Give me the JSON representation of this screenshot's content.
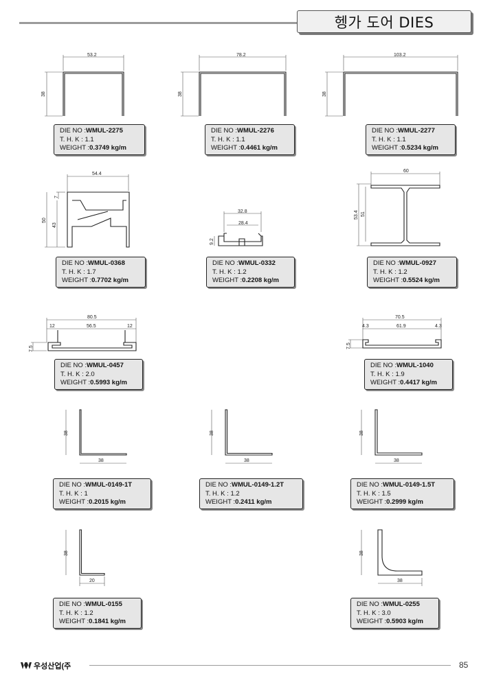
{
  "header": {
    "title": "헹가 도어 DIES"
  },
  "labels": {
    "die_no": "DIE NO :",
    "thk": "T. H. K :",
    "weight": "WEIGHT :"
  },
  "dies": [
    {
      "die_no": "WMUL-2275",
      "thk": "1.1",
      "weight": "0.3749 kg/m",
      "dims": [
        "53.2",
        "38"
      ]
    },
    {
      "die_no": "WMUL-2276",
      "thk": "1.1",
      "weight": "0.4461 kg/m",
      "dims": [
        "78.2",
        "38"
      ]
    },
    {
      "die_no": "WMUL-2277",
      "thk": "1.1",
      "weight": "0.5234 kg/m",
      "dims": [
        "103.2",
        "38"
      ]
    },
    {
      "die_no": "WMUL-0368",
      "thk": "1.7",
      "weight": "0.7702 kg/m",
      "dims": [
        "54.4",
        "7",
        "50",
        "43"
      ]
    },
    {
      "die_no": "WMUL-0332",
      "thk": "1.2",
      "weight": "0.2208 kg/m",
      "dims": [
        "32.8",
        "28.4",
        "9.2"
      ]
    },
    {
      "die_no": "WMUL-0927",
      "thk": "1.2",
      "weight": "0.5524 kg/m",
      "dims": [
        "60",
        "53.4",
        "51"
      ]
    },
    {
      "die_no": "WMUL-0457",
      "thk": "2.0",
      "weight": "0.5993 kg/m",
      "dims": [
        "80.5",
        "12",
        "56.5",
        "12",
        "7.5"
      ]
    },
    {
      "die_no": "WMUL-1040",
      "thk": "1.9",
      "weight": "0.4417 kg/m",
      "dims": [
        "70.5",
        "4.3",
        "61.9",
        "4.3",
        "7.5"
      ]
    },
    {
      "die_no": "WMUL-0149-1T",
      "thk": "1",
      "weight": "0.2015 kg/m",
      "dims": [
        "38",
        "38"
      ]
    },
    {
      "die_no": "WMUL-0149-1.2T",
      "thk": "1.2",
      "weight": "0.2411 kg/m",
      "dims": [
        "38",
        "38"
      ]
    },
    {
      "die_no": "WMUL-0149-1.5T",
      "thk": "1.5",
      "weight": "0.2999 kg/m",
      "dims": [
        "38",
        "38"
      ]
    },
    {
      "die_no": "WMUL-0155",
      "thk": "1.2",
      "weight": "0.1841 kg/m",
      "dims": [
        "38",
        "20"
      ]
    },
    {
      "die_no": "WMUL-0255",
      "thk": "3.0",
      "weight": "0.5903 kg/m",
      "dims": [
        "38",
        "38"
      ]
    }
  ],
  "footer": {
    "company": "우성산업(주",
    "page": "85"
  }
}
